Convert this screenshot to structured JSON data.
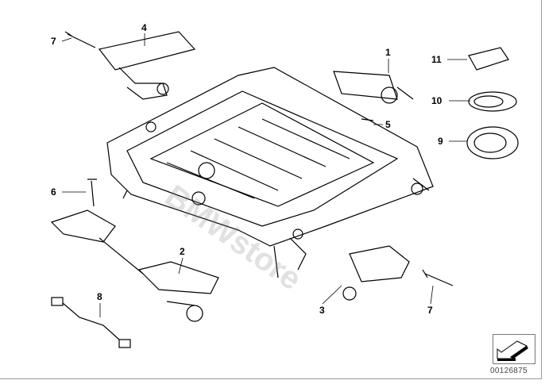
{
  "diagram": {
    "labels": {
      "l7a": "7",
      "l4": "4",
      "l1": "1",
      "l11": "11",
      "l10": "10",
      "l5": "5",
      "l9": "9",
      "l6": "6",
      "l2": "2",
      "l8": "8",
      "l3": "3",
      "l7b": "7"
    },
    "watermark": "BMWstore",
    "part_number": "00126875",
    "nav_icon": "back-arrow-icon",
    "colors": {
      "line": "#000000",
      "frame": "#999999"
    }
  }
}
